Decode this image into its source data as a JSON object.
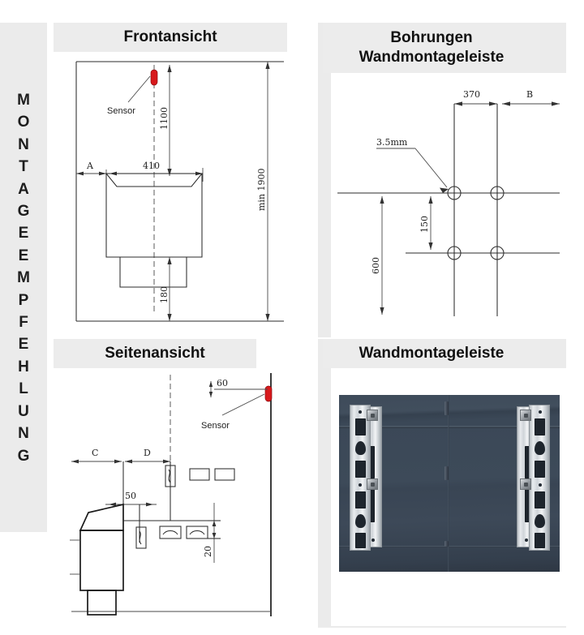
{
  "vertical_title": {
    "text": "MONTAGEEMPFEHLUNG",
    "letters": [
      "M",
      "O",
      "N",
      "T",
      "A",
      "G",
      "E",
      "E",
      "M",
      "P",
      "F",
      "E",
      "H",
      "L",
      "U",
      "N",
      "G"
    ]
  },
  "panels": {
    "front": {
      "title": "Frontansicht",
      "labels": {
        "sensor": "Sensor",
        "height_sensor": "1100",
        "width_unit": "410",
        "offset_a": "A",
        "base_height": "180",
        "total_height": "min 1900"
      }
    },
    "bohrungen": {
      "title_line1": "Bohrungen",
      "title_line2": "Wandmontageleiste",
      "labels": {
        "hole_diameter": "3.5mm",
        "horizontal_spacing": "370",
        "horizontal_offset_b": "B",
        "vertical_spacing": "150",
        "floor_distance": "600"
      }
    },
    "seitenansicht": {
      "title": "Seitenansicht",
      "labels": {
        "sensor": "Sensor",
        "sensor_gap": "60",
        "dim_c": "C",
        "dim_d": "D",
        "dim_50": "50",
        "dim_20": "20"
      }
    },
    "wandmontageleiste": {
      "title": "Wandmontageleiste"
    }
  },
  "colors": {
    "banner_bg": "#ececec",
    "sidebar_bg": "#ebebeb",
    "sensor_red": "#d8191c",
    "line": "#2b2b2b",
    "text": "#111111"
  }
}
